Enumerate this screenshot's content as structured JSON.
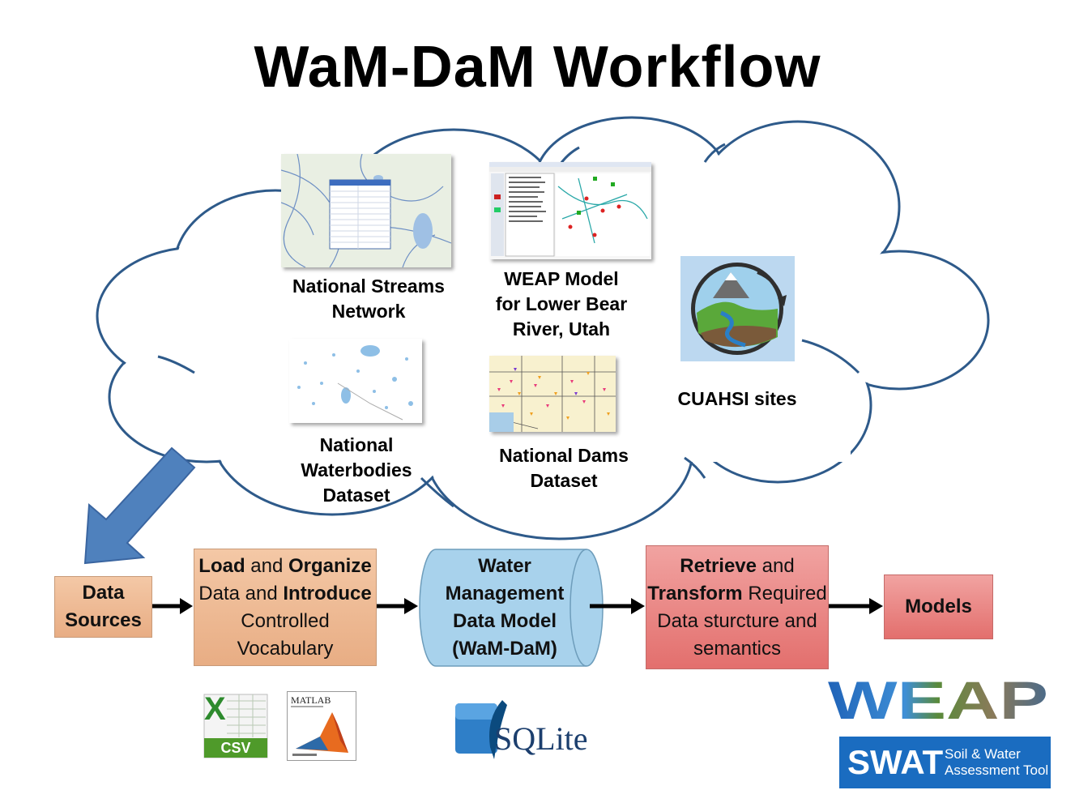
{
  "title": "WaM-DaM Workflow",
  "cloud": {
    "streams_label": [
      "National Streams",
      "Network"
    ],
    "weap_label": [
      "WEAP Model",
      "for Lower Bear",
      "River, Utah"
    ],
    "cuahsi_label": "CUAHSI sites",
    "waterbodies_label": [
      "National",
      "Waterbodies",
      "Dataset"
    ],
    "dams_label": [
      "National Dams",
      "Dataset"
    ]
  },
  "workflow": {
    "data_sources": [
      "Data",
      "Sources"
    ],
    "load": {
      "l1_b1": "Load",
      "l1_t": " and ",
      "l1_b2": "Organize",
      "l2_t": "Data and ",
      "l2_b": "Introduce",
      "l3": "Controlled",
      "l4": "Vocabulary"
    },
    "wamdam": [
      "Water",
      "Management",
      "Data Model",
      "(WaM-DaM)"
    ],
    "retrieve": {
      "l1_b": "Retrieve",
      "l1_t": " and",
      "l2_b": "Transform",
      "l2_t": " Required",
      "l3": "Data sturcture and",
      "l4": "semantics"
    },
    "models": "Models"
  },
  "logos": {
    "csv": "CSV",
    "excel_x": "X",
    "matlab": "MATLAB",
    "sqlite": "SQLite",
    "weap": "WEAP",
    "swat": "SWAT",
    "swat_sub": [
      "Soil & Water",
      "Assessment Tool"
    ]
  },
  "colors": {
    "cloud_outline": "#2e5a8a",
    "big_arrow": "#4f81bd",
    "orange_box": "#f4c8a6",
    "red_box": "#e88886",
    "cylinder": "#a8d2ec",
    "swat_blue": "#1a6cc0"
  }
}
